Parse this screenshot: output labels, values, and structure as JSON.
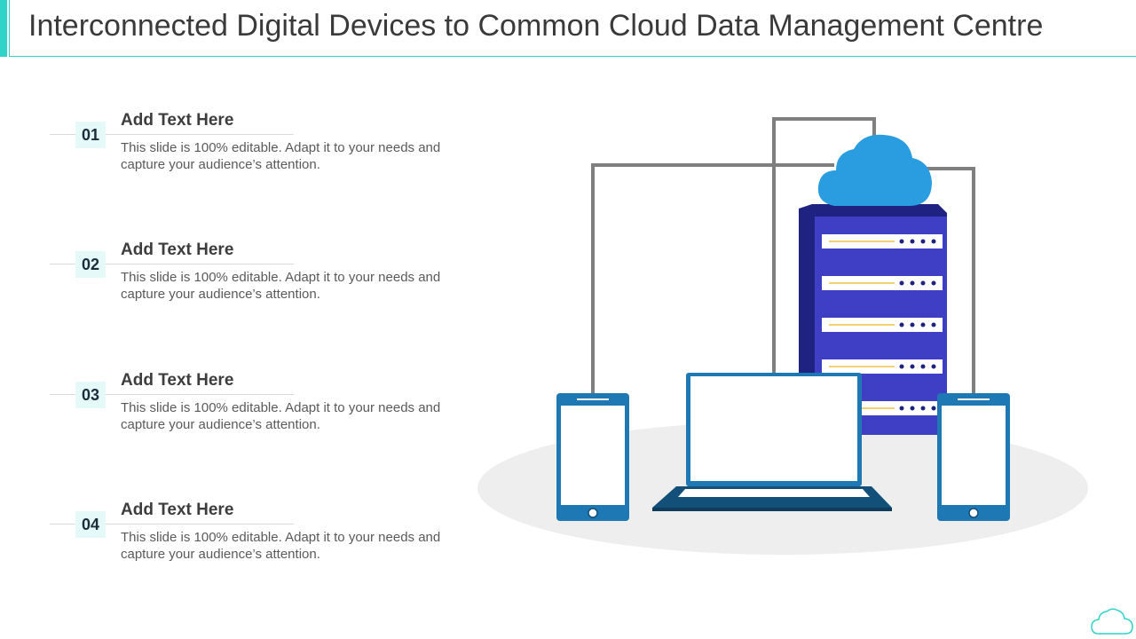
{
  "slide": {
    "title": "Interconnected Digital Devices to Common Cloud Data Management Centre"
  },
  "items": [
    {
      "number": "01",
      "heading": "Add Text Here",
      "body": "This slide is 100% editable. Adapt it to your needs and capture your audience’s attention."
    },
    {
      "number": "02",
      "heading": "Add Text Here",
      "body": "This slide is 100% editable. Adapt it to your needs and capture your audience’s attention."
    },
    {
      "number": "03",
      "heading": "Add Text Here",
      "body": "This slide is 100% editable. Adapt it to your needs and capture your audience’s attention."
    },
    {
      "number": "04",
      "heading": "Add Text Here",
      "body": "This slide is 100% editable. Adapt it to your needs and capture your audience’s attention."
    }
  ],
  "icons": {
    "cloud": "cloud-icon",
    "server": "server-rack-icon",
    "laptop": "laptop-icon",
    "tablet": "tablet-icon",
    "corner": "cloud-outline-icon"
  },
  "colors": {
    "accent": "#2fd3c8",
    "number_bg": "#e5f9f8",
    "cloud": "#2a9de0",
    "server": "#3f3fc6",
    "device": "#1e78b4",
    "laptop_base": "#12507a",
    "connector": "#7f7f7f",
    "floor": "#eeeeee"
  }
}
